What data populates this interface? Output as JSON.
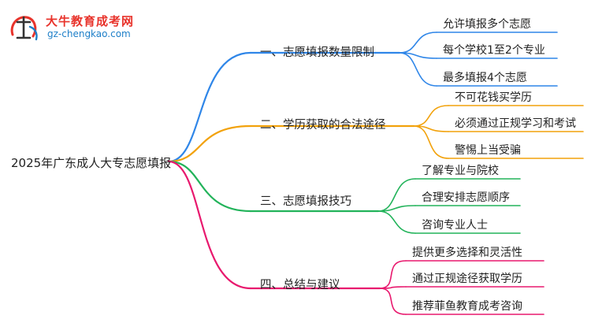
{
  "logo": {
    "title": "大牛教育成考网",
    "url": "gz-chengkao.com"
  },
  "root": "2025年广东成人大专志愿填报",
  "branches": [
    {
      "label": "一、志愿填报数量限制",
      "color": "#2f86e8",
      "leaves": [
        "允许填报多个志愿",
        "每个学校1至2个专业",
        "最多填报4个志愿"
      ]
    },
    {
      "label": "二、学历获取的合法途径",
      "color": "#f2a20c",
      "leaves": [
        "不可花钱买学历",
        "必须通过正规学习和考试",
        "警惕上当受骗"
      ]
    },
    {
      "label": "三、志愿填报技巧",
      "color": "#22b35a",
      "leaves": [
        "了解专业与院校",
        "合理安排志愿顺序",
        "咨询专业人士"
      ]
    },
    {
      "label": "四、总结与建议",
      "color": "#e8196e",
      "leaves": [
        "提供更多选择和灵活性",
        "通过正规途径获取学历",
        "推荐菲鱼教育成考咨询"
      ]
    }
  ]
}
